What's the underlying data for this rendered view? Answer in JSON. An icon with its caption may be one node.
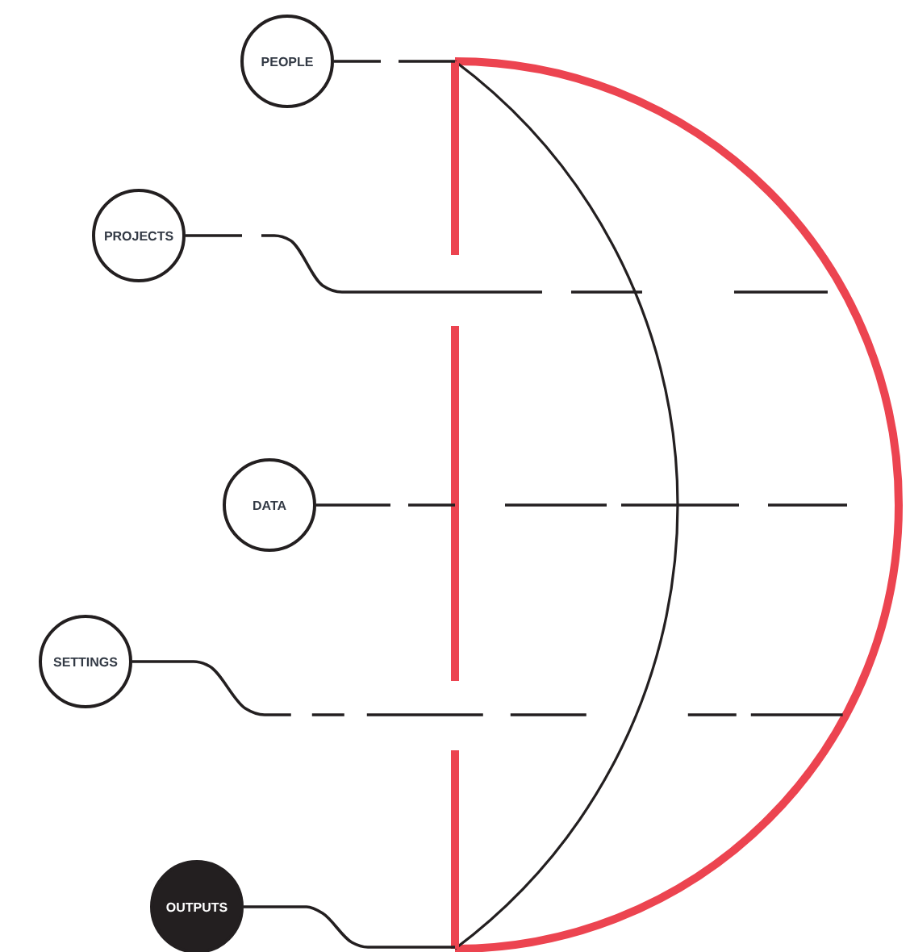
{
  "diagram": {
    "nodes": [
      {
        "text": [
          "PEOPLE"
        ]
      },
      {
        "text": [
          "PROJECTS"
        ]
      },
      {
        "text": [
          "DATA"
        ]
      },
      {
        "text": [
          "SETTINGS"
        ]
      },
      {
        "text": [
          "OUTPUTS"
        ]
      },
      {
        "text": [],
        "shape": "semicircle"
      }
    ],
    "edges": [
      {
        "from": 0,
        "to": 5,
        "arrow": "none",
        "style": "dashed"
      },
      {
        "from": 1,
        "to": 5,
        "arrow": "none",
        "style": "dashed"
      },
      {
        "from": 2,
        "to": 5,
        "arrow": "none",
        "style": "dashed"
      },
      {
        "from": 3,
        "to": 5,
        "arrow": "none",
        "style": "dashed"
      },
      {
        "from": 4,
        "to": 5,
        "arrow": "none"
      }
    ]
  }
}
